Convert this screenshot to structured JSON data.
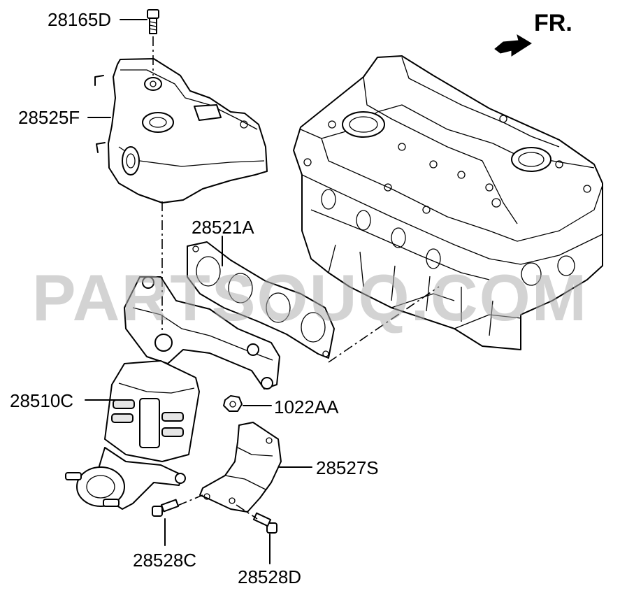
{
  "header": {
    "direction_label": "FR."
  },
  "watermark": {
    "text": "PARTSOUQ.COM"
  },
  "parts": {
    "bolt_top": "28165D",
    "heat_protector": "28525F",
    "gasket": "28521A",
    "manifold_catalytic": "28510C",
    "nut": "1022AA",
    "bracket": "28527S",
    "bolt_c": "28528C",
    "bolt_d": "28528D"
  }
}
